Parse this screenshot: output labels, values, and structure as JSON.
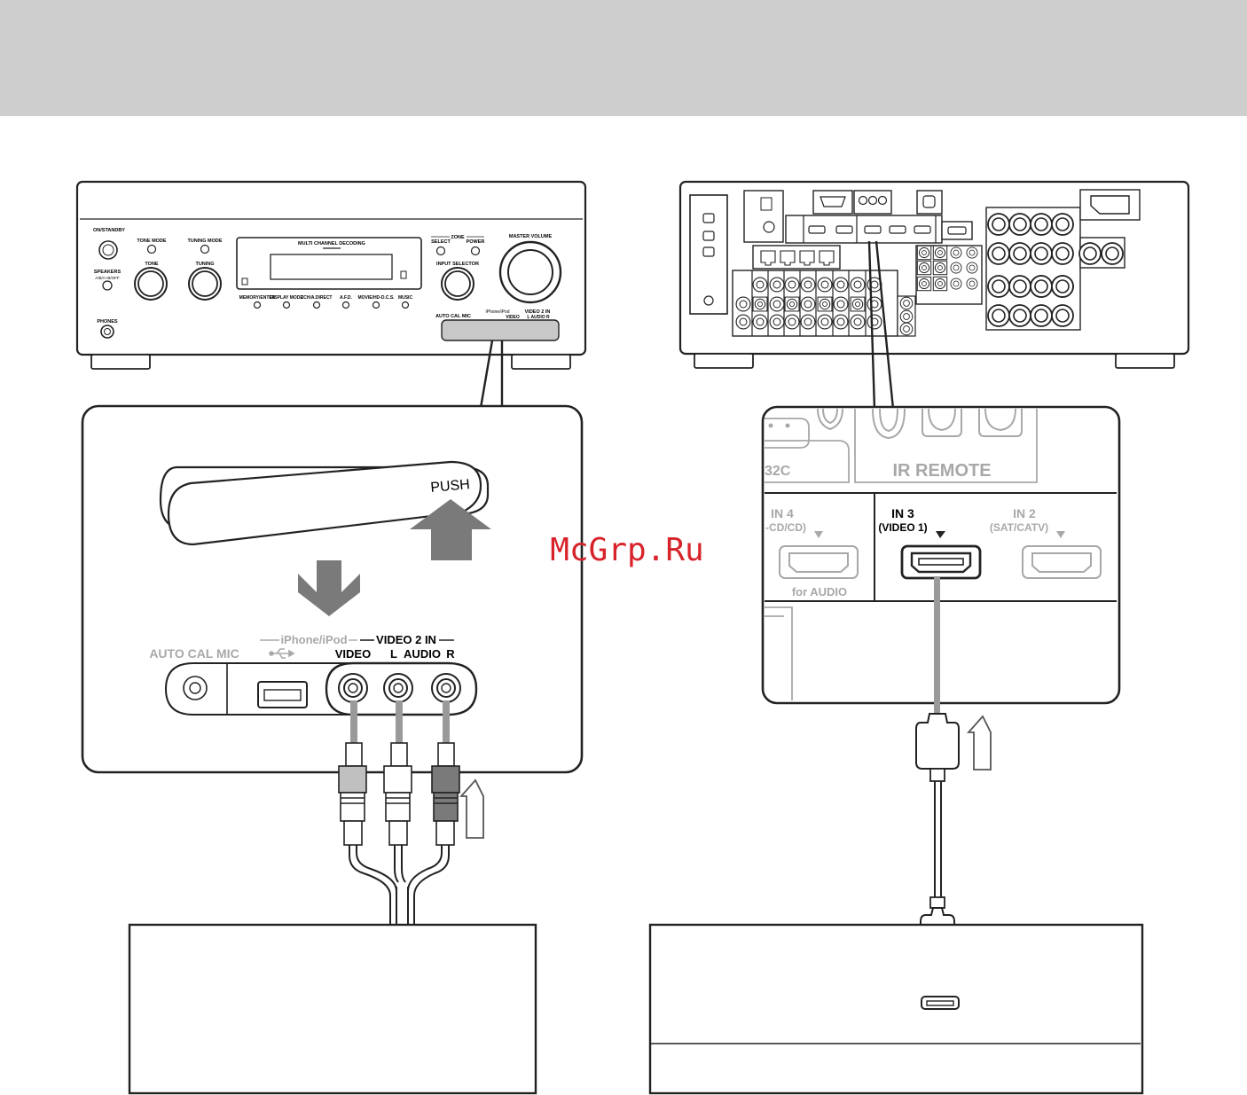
{
  "watermark": "McGrp.Ru",
  "front_panel": {
    "labels": {
      "on_standby": "ON/STANDBY",
      "speakers": "SPEAKERS",
      "speakers_sub": "A/B/A+B/OFF",
      "phones": "PHONES",
      "tone_mode": "TONE MODE",
      "tone": "TONE",
      "tuning_mode": "TUNING MODE",
      "tuning": "TUNING",
      "multichannel": "MULTI CHANNEL DECODING",
      "zone": "ZONE",
      "zone_select": "SELECT",
      "zone_power": "POWER",
      "input_selector": "INPUT SELECTOR",
      "master_volume": "MASTER VOLUME",
      "auto_cal_mic_small": "AUTO CAL MIC",
      "iphone_small": "iPhone/iPod",
      "video2_small": "VIDEO 2 IN",
      "video_small": "VIDEO",
      "audio_small": "L AUDIO R"
    },
    "buttons": [
      "MEMORY/ENTER",
      "DISPLAY MODE",
      "2CH/A.DIRECT",
      "A.F.D.",
      "MOVIE/HD-D.C.S.",
      "MUSIC"
    ]
  },
  "front_zoom": {
    "push": "PUSH",
    "auto_cal_mic": "AUTO CAL MIC",
    "iphone_ipod": "iPhone/iPod",
    "video2_in": "VIDEO 2 IN",
    "video": "VIDEO",
    "l": "L",
    "audio": "AUDIO",
    "r": "R"
  },
  "rear_zoom": {
    "ir_remote": "IR REMOTE",
    "rs232c_fragment": "32C",
    "in4": "IN 4",
    "in4_sub": "-CD/CD)",
    "in4_note": "for AUDIO",
    "in3": "IN 3",
    "in3_sub": "(VIDEO 1)",
    "in2": "IN 2",
    "in2_sub": "(SAT/CATV)"
  },
  "colors": {
    "topbar": "#cecece",
    "outline": "#222222",
    "muted_text": "#a8a8a8",
    "watermark": "#d8232a",
    "arrow": "#7a7a7a",
    "panel_gray": "#c8c8c8"
  }
}
